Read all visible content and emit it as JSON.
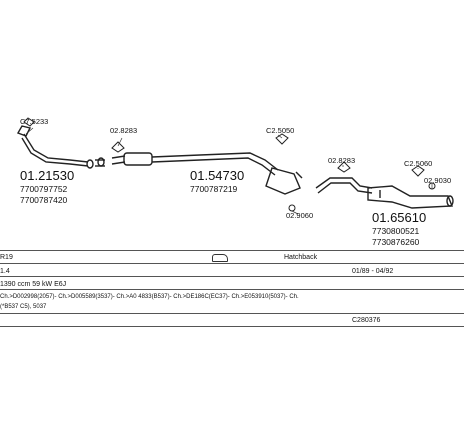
{
  "parts": {
    "p1": {
      "number": "01.21530",
      "refs": [
        "7700797752",
        "7700787420"
      ]
    },
    "p2": {
      "number": "01.54730",
      "refs": [
        "7700787219"
      ]
    },
    "p3": {
      "number": "01.65610",
      "refs": [
        "7730800521",
        "7730876260"
      ]
    }
  },
  "clamps": {
    "c1": "C7.5233",
    "c2": "02.8283",
    "c3": "C2.5050",
    "c4": "02.9060",
    "c5": "02.8283",
    "c6": "C2.5060",
    "c7": "02.9030"
  },
  "info": {
    "model": "R19",
    "body_type": "Hatchback",
    "engine": "1.4",
    "production": "01/89 - 04/92",
    "spec": "1390 ccm 59 kW E6J",
    "chassis": "Ch.>D002998(2057)- Ch.>D005589(3537)- Ch.>A0 4833(B537)- Ch.>DE186C(EC37)- Ch.>E053910(5037)- Ch.",
    "chassis2": "(*B537 C5), 5037",
    "code": "C280376"
  }
}
